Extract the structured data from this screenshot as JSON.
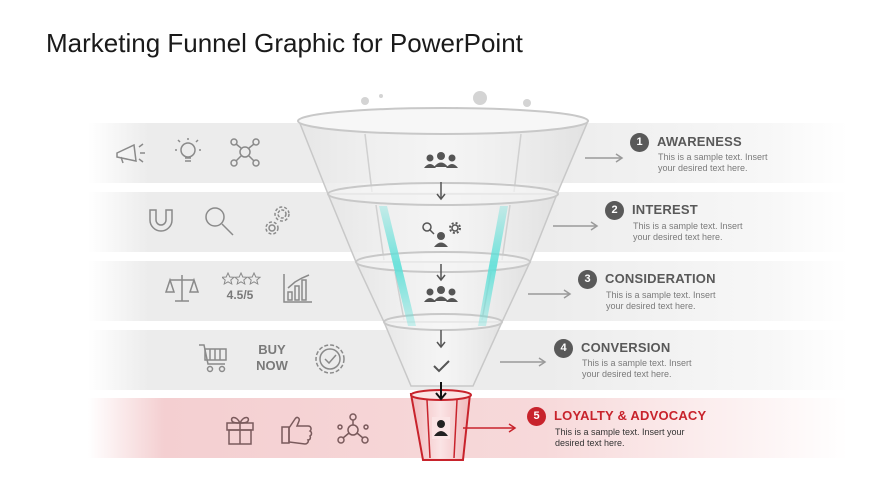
{
  "title": "Marketing Funnel Graphic for PowerPoint",
  "stages": [
    {
      "number": "1",
      "title": "AWARENESS",
      "desc_line1": "This is a sample text. Insert",
      "desc_line2": "your desired text here."
    },
    {
      "number": "2",
      "title": "INTEREST",
      "desc_line1": "This is a sample text. Insert",
      "desc_line2": "your desired text here."
    },
    {
      "number": "3",
      "title": "CONSIDERATION",
      "desc_line1": "This is a sample text. Insert",
      "desc_line2": "your desired text here."
    },
    {
      "number": "4",
      "title": "CONVERSION",
      "desc_line1": "This is a sample text. Insert",
      "desc_line2": "your desired text here."
    },
    {
      "number": "5",
      "title": "LOYALTY & ADVOCACY",
      "desc_line1": "This is a sample text. Insert your",
      "desc_line2": "desired text here."
    }
  ],
  "icons": {
    "row1": [
      "megaphone-icon",
      "lightbulb-icon",
      "network-icon"
    ],
    "row2": [
      "magnet-icon",
      "magnifier-icon",
      "gears-icon"
    ],
    "row3": [
      "scale-icon",
      "rating-icon",
      "bar-chart-icon"
    ],
    "row4": [
      "cart-icon",
      "buy-now-label",
      "badge-check-icon"
    ],
    "row5": [
      "gift-icon",
      "thumbs-up-icon",
      "network-icon"
    ]
  },
  "rating_text": "4.5/5",
  "buy_now_line1": "BUY",
  "buy_now_line2": "NOW",
  "colors": {
    "accent": "#c8232c",
    "gray": "#595959",
    "band": "#ececec",
    "highlight": "#5ee0d8"
  }
}
